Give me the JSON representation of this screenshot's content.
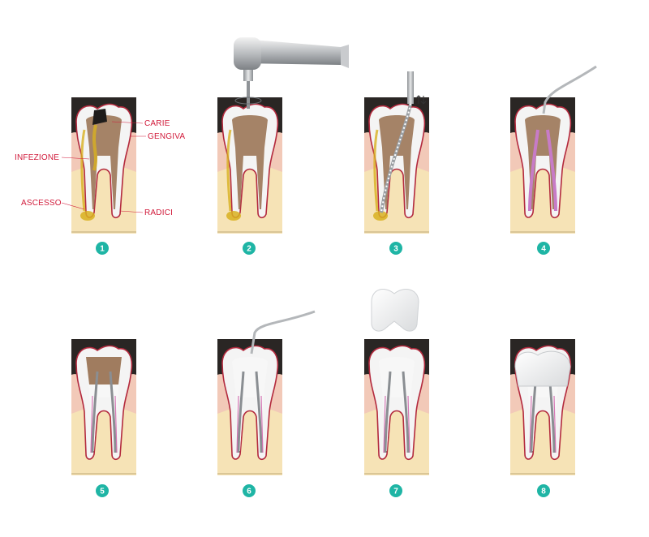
{
  "labels": {
    "carie": "CARIE",
    "gengiva": "GENGIVA",
    "infezione": "INFEZIONE",
    "ascesso": "ASCESSO",
    "radici": "RADICI"
  },
  "steps": [
    {
      "number": "1"
    },
    {
      "number": "2"
    },
    {
      "number": "3"
    },
    {
      "number": "4"
    },
    {
      "number": "5"
    },
    {
      "number": "6"
    },
    {
      "number": "7"
    },
    {
      "number": "8"
    }
  ],
  "colors": {
    "badge": "#1fb5a5",
    "label_red": "#d11a3a",
    "gum": "#f2c9b8",
    "bone": "#f6e3b6",
    "dark_bg": "#2a2624",
    "enamel": "#f4f4f4",
    "pulp": "#a07c5f",
    "infection": "#d8b020",
    "root_canal_fill": "#c77bc7"
  }
}
